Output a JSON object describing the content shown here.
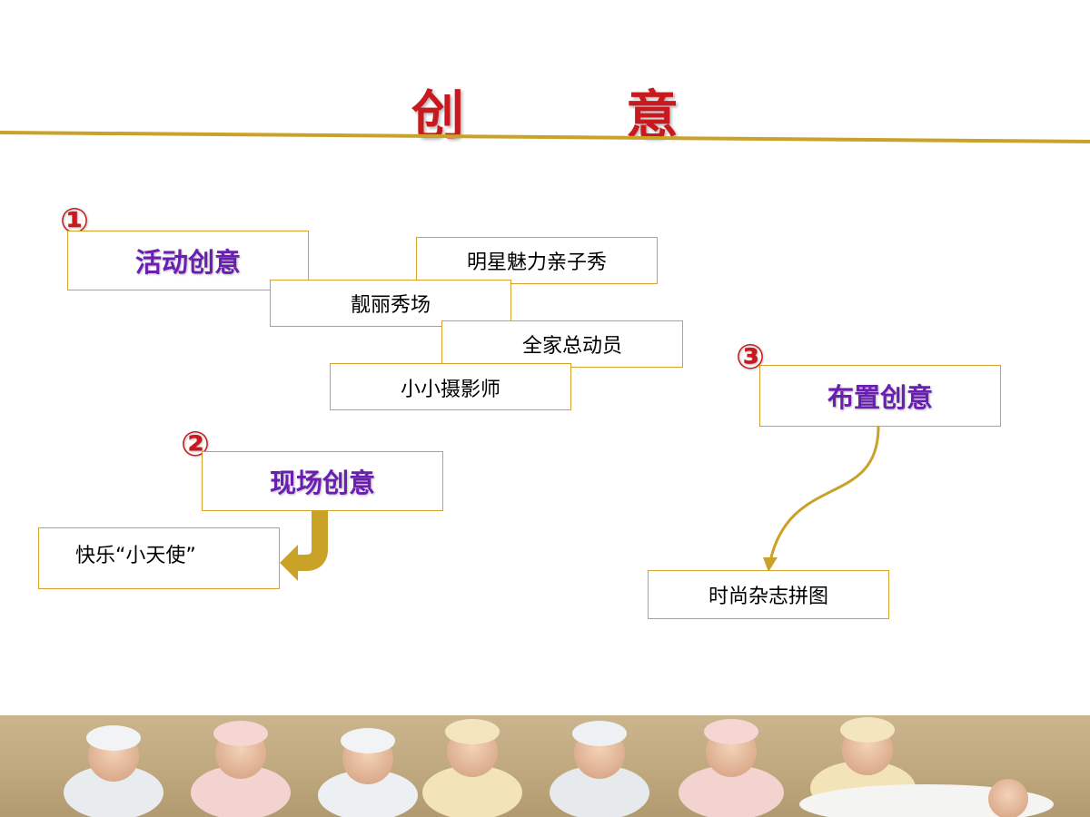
{
  "title": "创　意",
  "sections": {
    "activity": {
      "number": "①",
      "heading": "活动创意"
    },
    "venue": {
      "number": "②",
      "heading": "现场创意"
    },
    "layout": {
      "number": "③",
      "heading": "布置创意"
    }
  },
  "activity_items": [
    "明星魅力亲子秀",
    "靓丽秀场",
    "全家总动员",
    "小小摄影师"
  ],
  "venue_items": [
    "快乐“小天使”"
  ],
  "layout_items": [
    "时尚杂志拼图"
  ],
  "colors": {
    "title": "#c8191e",
    "heading": "#6a1fb2",
    "border": "#d4a12a",
    "rule": "#c9a227",
    "arrow": "#c9a227"
  }
}
